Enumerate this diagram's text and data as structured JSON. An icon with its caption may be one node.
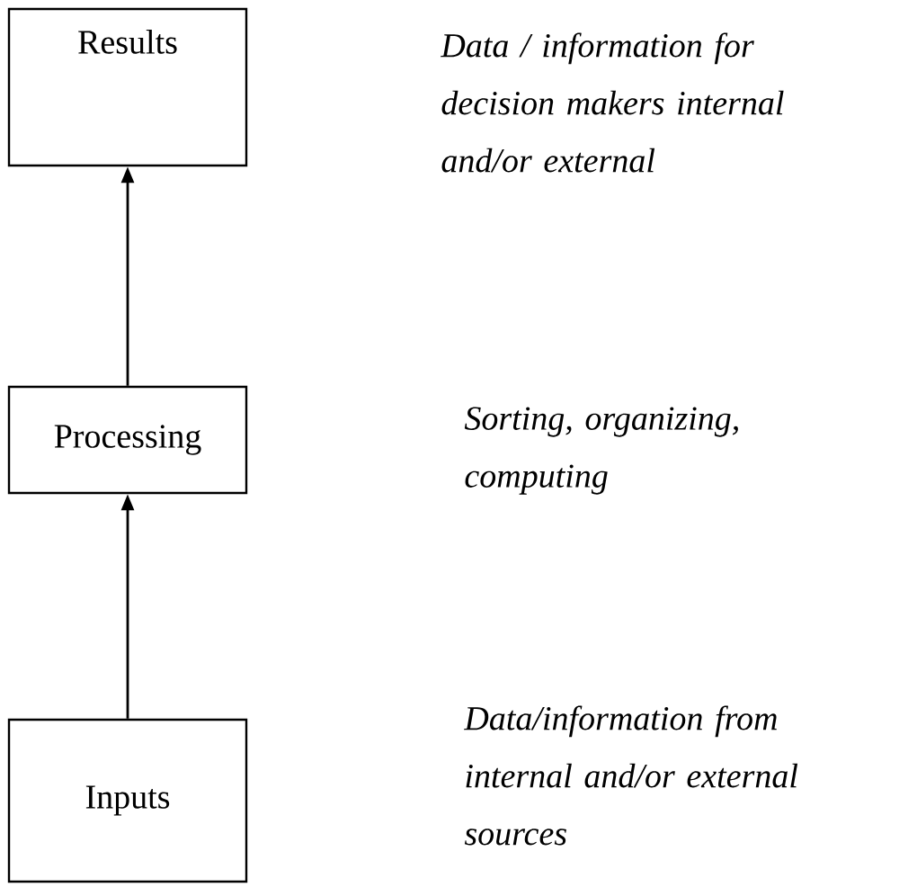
{
  "diagram": {
    "nodes": [
      {
        "text": [
          "Results"
        ]
      },
      {
        "text": [
          "Processing"
        ]
      },
      {
        "text": [
          "Inputs"
        ]
      }
    ],
    "edges": [
      {
        "from": 1,
        "to": 0,
        "arrow": "to"
      },
      {
        "from": 2,
        "to": 1,
        "arrow": "to"
      }
    ],
    "labels": [
      "Data / information for decision makers internal and/or external",
      "Sorting, organizing, computing",
      "Data/information from internal and/or external sources"
    ]
  }
}
